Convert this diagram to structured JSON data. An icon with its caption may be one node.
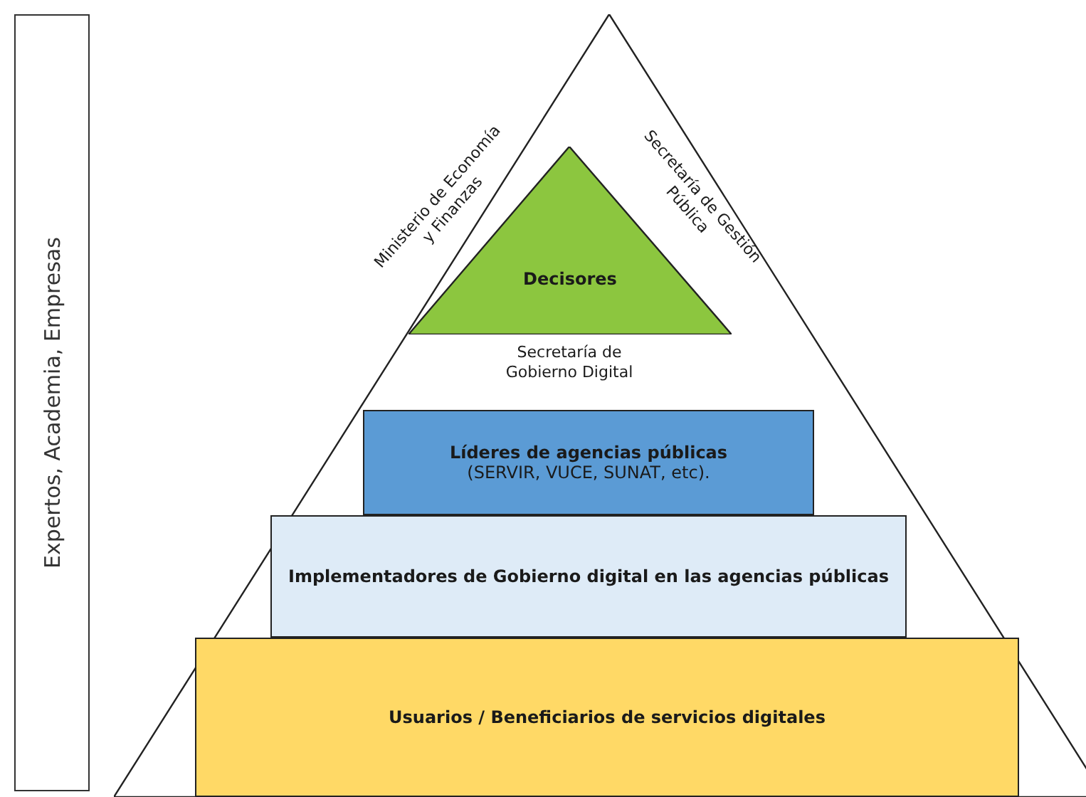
{
  "diagram": {
    "nodes": [
      {
        "text": [
          "Expertos, Academia, Empresas"
        ]
      },
      {
        "text": [],
        "shape": "triangle"
      },
      {
        "text": [
          "Decisores"
        ],
        "in": 1,
        "beside": [
          "Ministerio de Economía y Finanzas",
          "Secretaría de Gestión Pública",
          "Secretaría de Gobierno Digital"
        ]
      },
      {
        "text": [
          "Líderes de agencias públicas",
          "(SERVIR, VUCE, SUNAT, etc)."
        ],
        "in": 1
      },
      {
        "text": [
          "Implementadores de Gobierno digital en las agencias públicas"
        ],
        "in": 1
      },
      {
        "text": [
          "Usuarios / Beneficiarios de servicios digitales"
        ],
        "in": 1
      }
    ]
  }
}
